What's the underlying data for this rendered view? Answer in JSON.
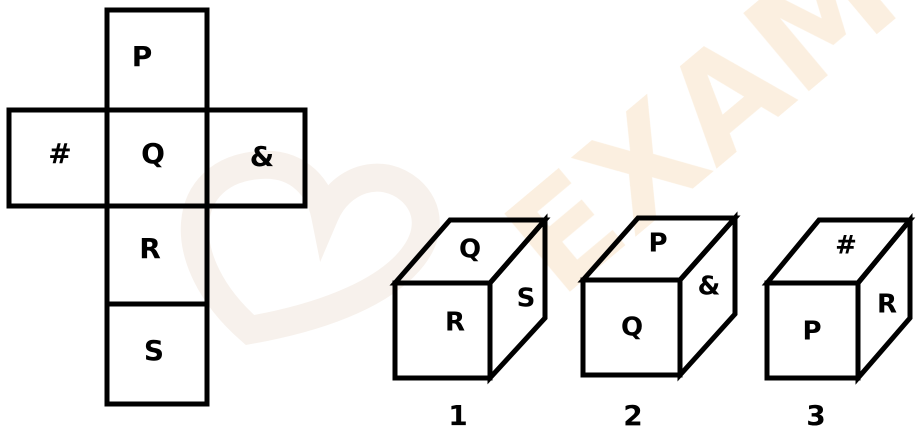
{
  "net": {
    "top": "P",
    "left": "#",
    "center": "Q",
    "right": "&",
    "below_center": "R",
    "bottom": "S"
  },
  "cubes": [
    {
      "number": "1",
      "top": "Q",
      "front": "R",
      "side": "S"
    },
    {
      "number": "2",
      "top": "P",
      "front": "Q",
      "side": "&"
    },
    {
      "number": "3",
      "top": "#",
      "front": "P",
      "side": "R"
    }
  ],
  "watermark": {
    "text": "EXAM",
    "color": "#fbeedd"
  }
}
